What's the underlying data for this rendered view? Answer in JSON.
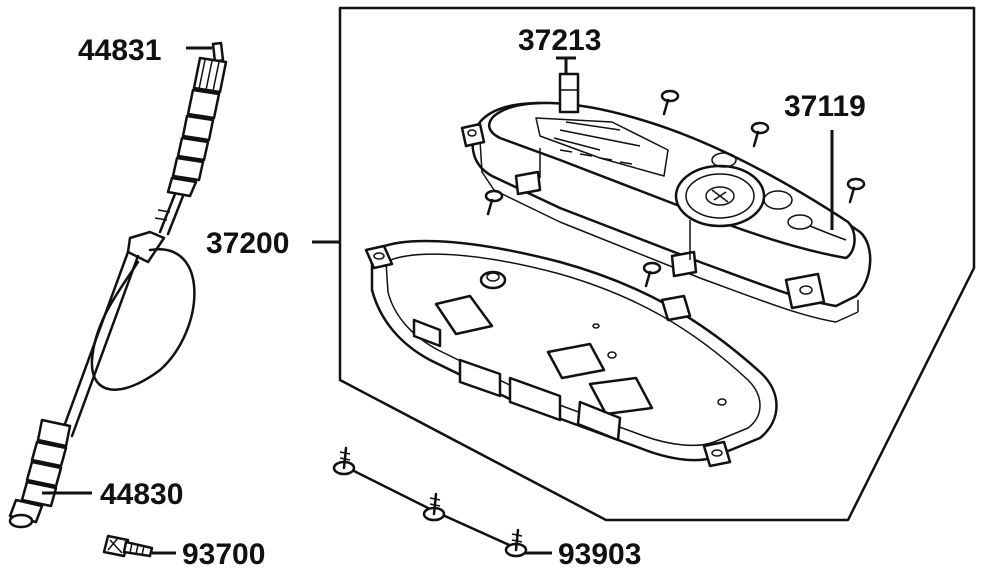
{
  "diagram": {
    "type": "exploded-parts-diagram",
    "labels": {
      "speedo_cable_top": "44831",
      "speedo_cable_bottom": "44830",
      "screw_left": "93700",
      "screws_bottom": "93903",
      "meter_assembly": "37200",
      "meter_bulb": "37213",
      "meter_cover": "37119"
    }
  }
}
